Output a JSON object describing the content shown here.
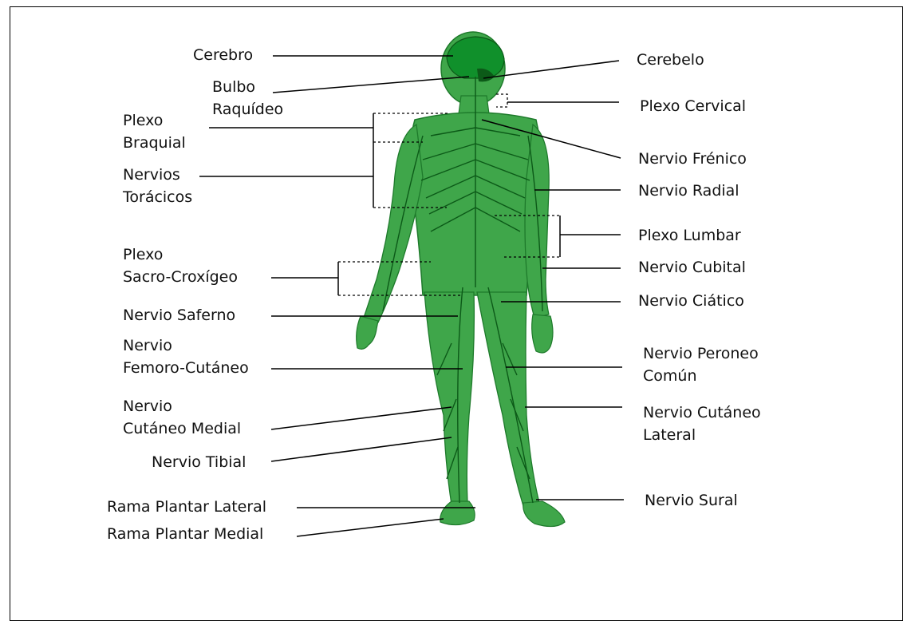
{
  "colors": {
    "body_fill": "#3fa64a",
    "body_dark": "#1e7a2b",
    "nerve": "#0c5a18",
    "brain": "#10902b",
    "lines": "#000000",
    "border": "#000000"
  },
  "labels_left": {
    "cerebro": "Cerebro",
    "bulbo_1": "Bulbo",
    "bulbo_2": "Raquídeo",
    "plexo_braquial_1": "Plexo",
    "plexo_braquial_2": "Braquial",
    "nervios_toracicos_1": "Nervios",
    "nervios_toracicos_2": "Torácicos",
    "plexo_sacro_1": "Plexo",
    "plexo_sacro_2": "Sacro-Croxígeo",
    "nervio_saferno": "Nervio Saferno",
    "femoro_1": "Nervio",
    "femoro_2": "Femoro-Cutáneo",
    "cutaneo_medial_1": "Nervio",
    "cutaneo_medial_2": "Cutáneo Medial",
    "nervio_tibial": "Nervio Tibial",
    "rama_plantar_lateral": "Rama Plantar Lateral",
    "rama_plantar_medial": "Rama Plantar Medial"
  },
  "labels_right": {
    "cerebelo": "Cerebelo",
    "plexo_cervical": "Plexo Cervical",
    "nervio_frenico": "Nervio Frénico",
    "nervio_radial": "Nervio Radial",
    "plexo_lumbar": "Plexo Lumbar",
    "nervio_cubital": "Nervio Cubital",
    "nervio_ciatico": "Nervio Ciático",
    "peroneo_1": "Nervio Peroneo",
    "peroneo_2": "Común",
    "cutaneo_lateral_1": "Nervio Cutáneo",
    "cutaneo_lateral_2": "Lateral",
    "nervio_sural": "Nervio Sural"
  }
}
